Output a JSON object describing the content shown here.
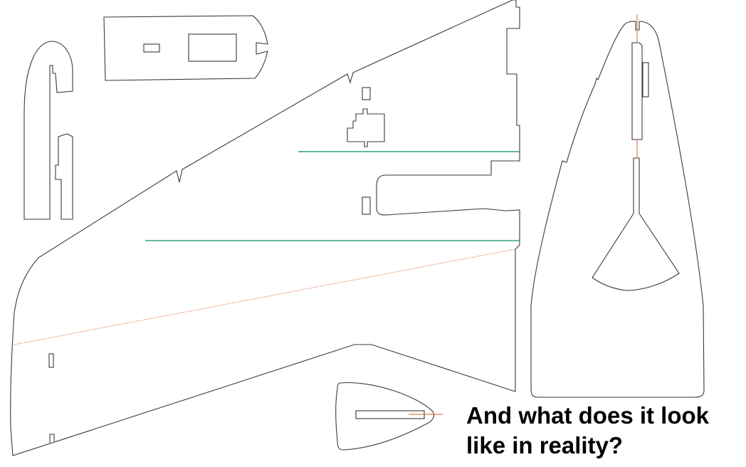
{
  "caption": {
    "line1": "And what does it look",
    "line2": "like in reality?"
  },
  "colors": {
    "cut_line": "#3a3a3a",
    "reference_line": "#2e9e86",
    "fold_line": "#e06030",
    "caption_text": "#000000"
  },
  "parts": [
    "fin-strip-part",
    "canopy-plate-part",
    "main-wing-part",
    "fuselage-plate-part",
    "nose-cone-part"
  ]
}
